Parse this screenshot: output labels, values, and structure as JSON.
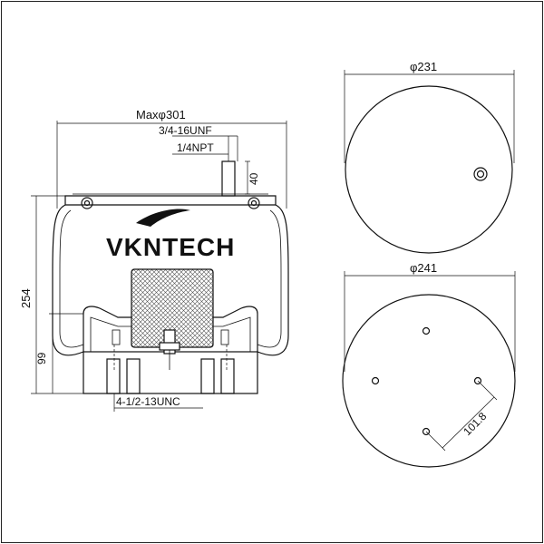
{
  "brand": {
    "name": "VKNTECH"
  },
  "side_view": {
    "max_diameter_label": "Maxφ301",
    "top_thread_label": "3/4-16UNF",
    "top_pipe_label": "1/4NPT",
    "stud_height_label": "40",
    "overall_height_label": "254",
    "piston_height_label": "99",
    "bottom_thread_label": "4-1/2-13UNC"
  },
  "top_plate": {
    "diameter_label": "φ231"
  },
  "bottom_plate": {
    "diameter_label": "φ241",
    "bolt_spacing_label": "101.8"
  }
}
